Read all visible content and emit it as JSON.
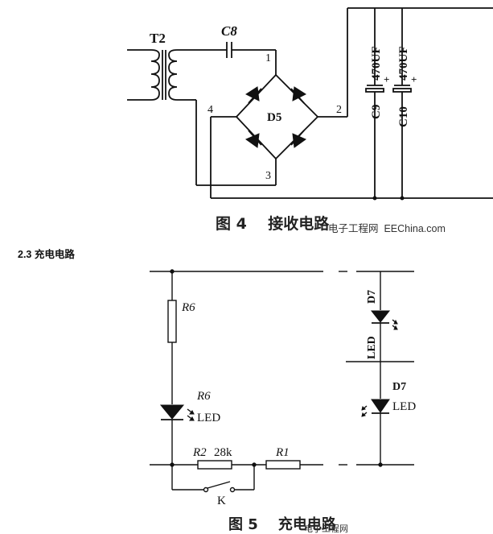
{
  "figure4": {
    "transformer": "T2",
    "capacitor_c8": "C8",
    "bridge": "D5",
    "node1": "1",
    "node2": "2",
    "node3": "3",
    "node4": "4",
    "c9_name": "C9",
    "c9_value": "470UF",
    "c10_name": "C10",
    "c10_value": "470UF",
    "plus": "+",
    "caption": "图 4    接收电路"
  },
  "watermark_top": "电子工程网  EEChina.com",
  "section_heading": "2.3 充电电路",
  "figure5": {
    "r6_top": "R6",
    "r6_led": "R6",
    "led_label_left": "LED",
    "d7_top": "D7",
    "led_vertical": "LED",
    "d7_bottom": "D7",
    "led_bottom": "LED",
    "r2_label": "R2",
    "r2_value": "28k",
    "r1_label": "R1",
    "switch_label": "K",
    "caption": "图 5    充电电路",
    "watermark": "电子工程网"
  },
  "colors": {
    "ink": "#111111",
    "background": "#ffffff"
  }
}
